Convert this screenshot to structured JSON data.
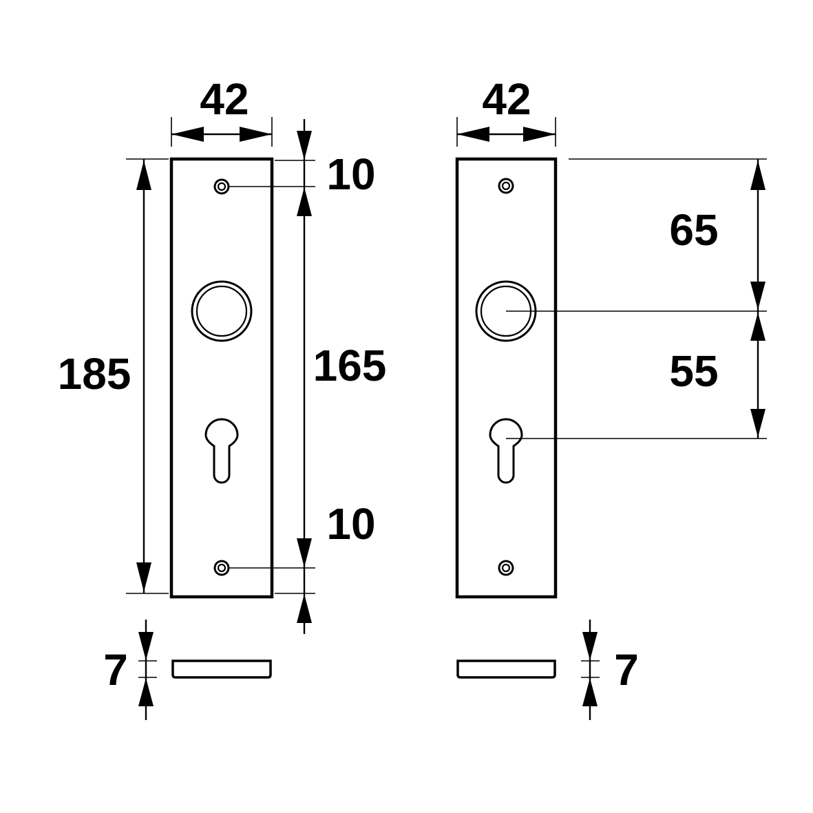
{
  "dimensions": {
    "left_width": "42",
    "left_height": "185",
    "left_inner": "165",
    "left_top_offset": "10",
    "left_bottom_offset": "10",
    "left_thickness": "7",
    "right_width": "42",
    "right_upper": "65",
    "right_lower": "55",
    "right_thickness": "7"
  }
}
